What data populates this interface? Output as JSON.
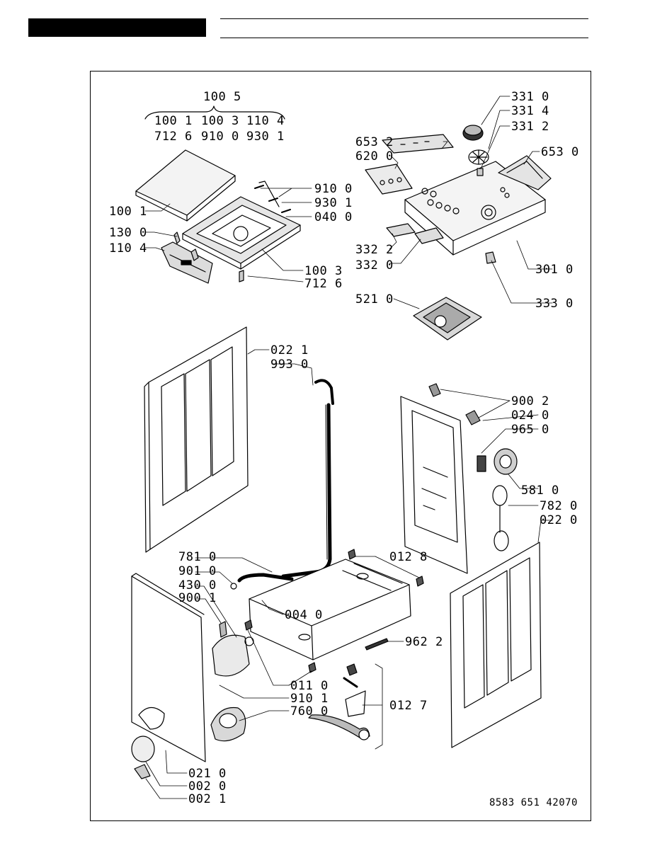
{
  "document_number": "8583 651 42070",
  "top_group": {
    "title": "100 5",
    "row1": [
      "100 1",
      "100 3",
      "110 4"
    ],
    "row2": [
      "712 6",
      "910 0",
      "930 1"
    ]
  },
  "callouts": {
    "c100_1": "100 1",
    "c130_0": "130 0",
    "c110_4": "110 4",
    "c910_0": "910 0",
    "c930_1": "930 1",
    "c040_0": "040 0",
    "c100_3": "100 3",
    "c712_6": "712 6",
    "c331_0": "331 0",
    "c331_4": "331 4",
    "c331_2": "331 2",
    "c653_2": "653 2",
    "c620_0": "620 0",
    "c653_0": "653 0",
    "c332_2": "332 2",
    "c332_0": "332 0",
    "c301_0": "301 0",
    "c521_0": "521 0",
    "c333_0": "333 0",
    "c022_1": "022 1",
    "c993_0": "993 0",
    "c900_2": "900 2",
    "c024_0": "024 0",
    "c965_0": "965 0",
    "c581_0": "581 0",
    "c782_0": "782 0",
    "c022_0": "022 0",
    "c781_0": "781 0",
    "c901_0": "901 0",
    "c430_0": "430 0",
    "c900_1": "900 1",
    "c012_8": "012 8",
    "c004_0": "004 0",
    "c962_2": "962 2",
    "c011_0": "011 0",
    "c910_1": "910 1",
    "c760_0": "760 0",
    "c012_7": "012 7",
    "c021_0": "021 0",
    "c002_0": "002 0",
    "c002_1": "002 1"
  }
}
